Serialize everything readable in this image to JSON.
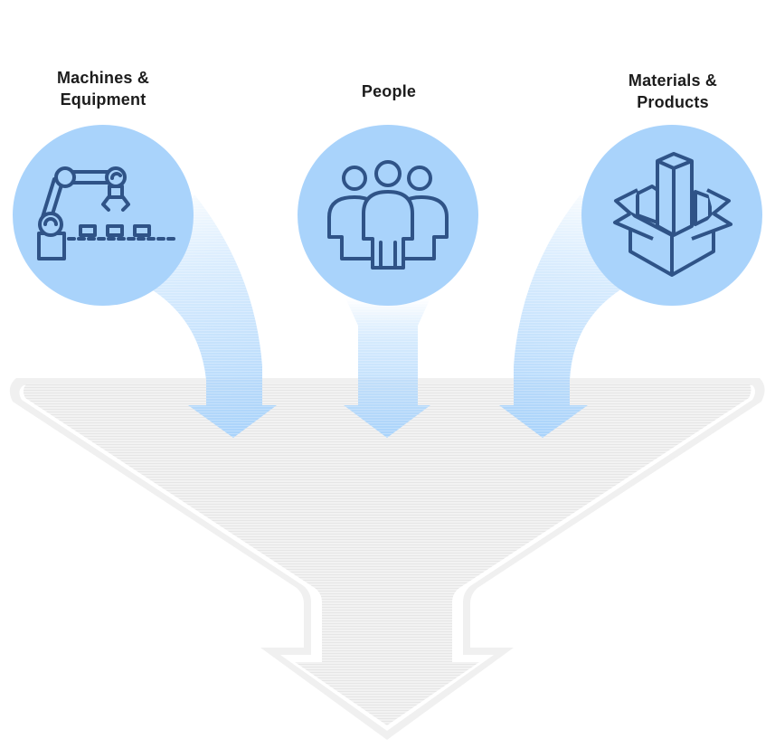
{
  "diagram": {
    "nodes": [
      {
        "id": "machines",
        "label_lines": [
          "Machines &",
          "Equipment"
        ],
        "icon": "robot-arm-conveyor-icon"
      },
      {
        "id": "people",
        "label_lines": [
          "People"
        ],
        "icon": "people-group-icon"
      },
      {
        "id": "materials",
        "label_lines": [
          "Materials &",
          "Products"
        ],
        "icon": "open-box-products-icon"
      }
    ],
    "colors": {
      "circle_fill": "#a9d3fb",
      "icon_stroke": "#2f5387",
      "funnel_fill": "#eeeeee",
      "funnel_outline": "#f0f0f0",
      "flow_arrow": "#a9d3fb"
    }
  }
}
